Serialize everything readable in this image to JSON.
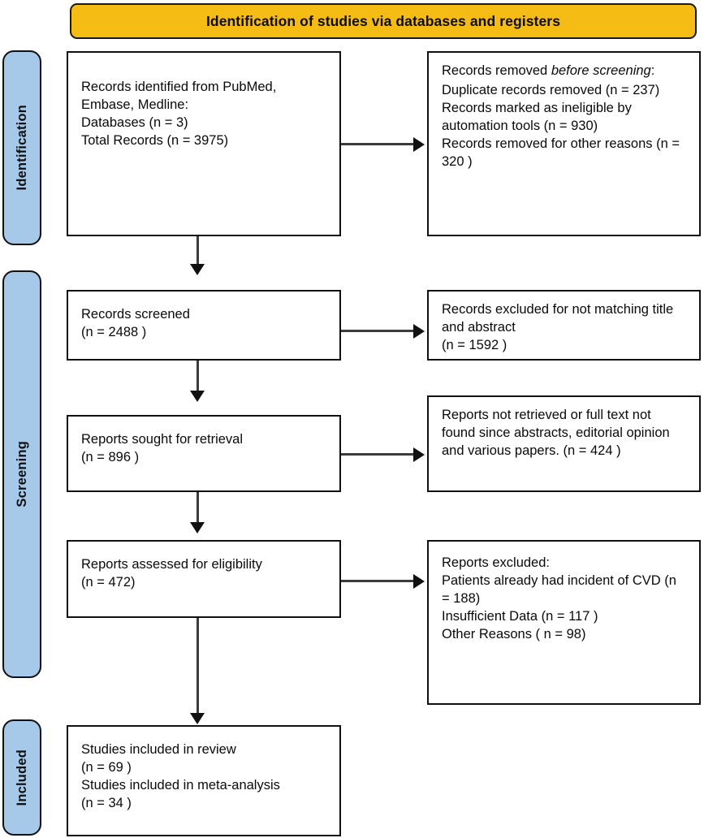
{
  "header": {
    "title": "Identification of studies via databases and registers",
    "background_color": "#F5BC16",
    "border_color": "#111111"
  },
  "rails": {
    "background_color": "#A6C9EA",
    "items": [
      {
        "id": "identification",
        "label": "Identification"
      },
      {
        "id": "screening",
        "label": "Screening"
      },
      {
        "id": "included",
        "label": "Included"
      }
    ]
  },
  "flow": {
    "identified": {
      "text": "Records identified from PubMed, Embase, Medline:\nDatabases (n = 3)\nTotal Records (n = 3975)"
    },
    "removed_before": {
      "line_prefix": "Records removed ",
      "line_italic": "before screening",
      "line_suffix": ":",
      "text": "Duplicate records removed  (n = 237)\nRecords marked as ineligible by automation tools (n = 930)\nRecords removed for other reasons (n = 320 )"
    },
    "screened": {
      "text": "Records screened\n(n = 2488 )"
    },
    "excluded_title_abstract": {
      "text": "Records excluded for not matching title and abstract\n(n = 1592 )"
    },
    "sought": {
      "text": "Reports sought for retrieval\n(n = 896 )"
    },
    "not_retrieved": {
      "text": "Reports not retrieved or full text not found since abstracts, editorial opinion and various papers. (n = 424  )"
    },
    "assessed": {
      "text": "Reports assessed for eligibility\n(n = 472)"
    },
    "excluded_full_text": {
      "text": "Reports excluded:\nPatients already had incident of CVD (n = 188)\nInsufficient Data (n = 117 )\nOther Reasons ( n = 98)"
    },
    "included": {
      "text": "Studies included in review\n(n = 69 )\nStudies included in meta-analysis\n(n = 34 )"
    }
  },
  "chart_data": {
    "type": "diagram",
    "title": "Identification of studies via databases and registers",
    "stages": [
      {
        "stage": "Identification",
        "included_box": {
          "label": "Records identified from PubMed, Embase, Medline",
          "items": [
            {
              "name": "Databases",
              "n": 3
            },
            {
              "name": "Total Records",
              "n": 3975
            }
          ]
        },
        "excluded_box": {
          "label": "Records removed before screening",
          "items": [
            {
              "name": "Duplicate records removed",
              "n": 237
            },
            {
              "name": "Records marked as ineligible by automation tools",
              "n": 930
            },
            {
              "name": "Records removed for other reasons",
              "n": 320
            }
          ]
        }
      },
      {
        "stage": "Screening",
        "included_box": {
          "label": "Records screened",
          "n": 2488
        },
        "excluded_box": {
          "label": "Records excluded for not matching title and abstract",
          "n": 1592
        }
      },
      {
        "stage": "Screening",
        "included_box": {
          "label": "Reports sought for retrieval",
          "n": 896
        },
        "excluded_box": {
          "label": "Reports not retrieved or full text not found since abstracts, editorial opinion and various papers.",
          "n": 424
        }
      },
      {
        "stage": "Screening",
        "included_box": {
          "label": "Reports assessed for eligibility",
          "n": 472
        },
        "excluded_box": {
          "label": "Reports excluded",
          "items": [
            {
              "name": "Patients already had incident of CVD",
              "n": 188
            },
            {
              "name": "Insufficient Data",
              "n": 117
            },
            {
              "name": "Other Reasons",
              "n": 98
            }
          ]
        }
      },
      {
        "stage": "Included",
        "included_box": {
          "label": "Studies included",
          "items": [
            {
              "name": "Studies included in review",
              "n": 69
            },
            {
              "name": "Studies included in meta-analysis",
              "n": 34
            }
          ]
        }
      }
    ]
  }
}
